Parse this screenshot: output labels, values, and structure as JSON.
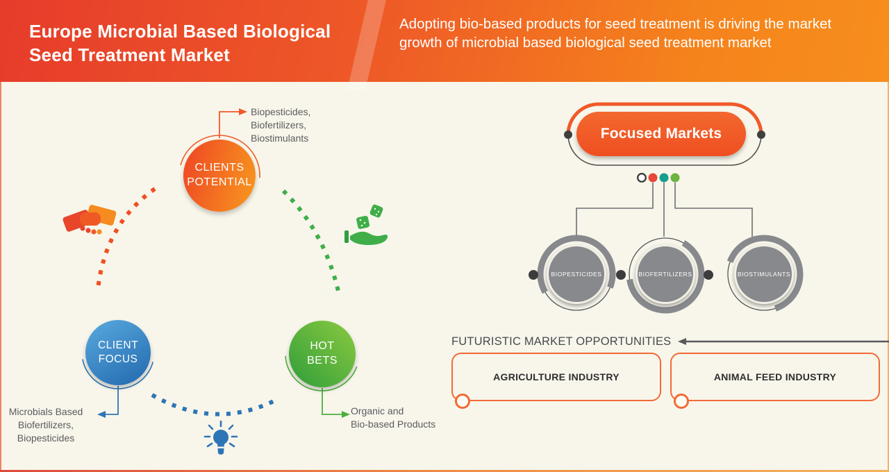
{
  "header": {
    "title": "Europe Microbial Based Biological Seed Treatment Market",
    "subtitle": "Adopting bio-based products for seed treatment is driving the market growth of microbial based biological seed treatment market"
  },
  "cycle": {
    "clients_potential": {
      "label1": "CLIENTS",
      "label2": "POTENTIAL",
      "callout1": "Biopesticides,",
      "callout2": "Biofertilizers,",
      "callout3": "Biostimulants"
    },
    "client_focus": {
      "label1": "CLIENT",
      "label2": "FOCUS",
      "callout1": "Microbials Based",
      "callout2": "Biofertilizers,",
      "callout3": "Biopesticides"
    },
    "hot_bets": {
      "label1": "HOT",
      "label2": "BETS",
      "callout1": "Organic and",
      "callout2": "Bio-based Products"
    },
    "icons": {
      "handshake": "handshake-icon",
      "hand_seeds": "hand-with-seeds-icon",
      "lightbulb": "lightbulb-icon"
    }
  },
  "focused_markets": {
    "title": "Focused Markets",
    "categories": [
      "BIOPESTICIDES",
      "BIOFERTILIZERS",
      "BIOSTIMULANTS"
    ],
    "legend_dot_colors": [
      "#ffffff",
      "#e8473b",
      "#169f8d",
      "#6cb33f"
    ]
  },
  "opportunities": {
    "heading": "FUTURISTIC MARKET OPPORTUNITIES",
    "items": [
      "AGRICULTURE INDUSTRY",
      "ANIMAL FEED INDUSTRY"
    ]
  },
  "colors": {
    "header_gradient_left": "#e63c2b",
    "header_gradient_right": "#f78e1d",
    "background": "#f8f6eb",
    "accent_orange": "#f1592a",
    "blue": "#2e75b6",
    "green": "#3fae49",
    "teal": "#169f8d",
    "gray_circle": "#87898c",
    "text_gray": "#5a5b5e",
    "dark_dot": "#3f3f3f"
  }
}
